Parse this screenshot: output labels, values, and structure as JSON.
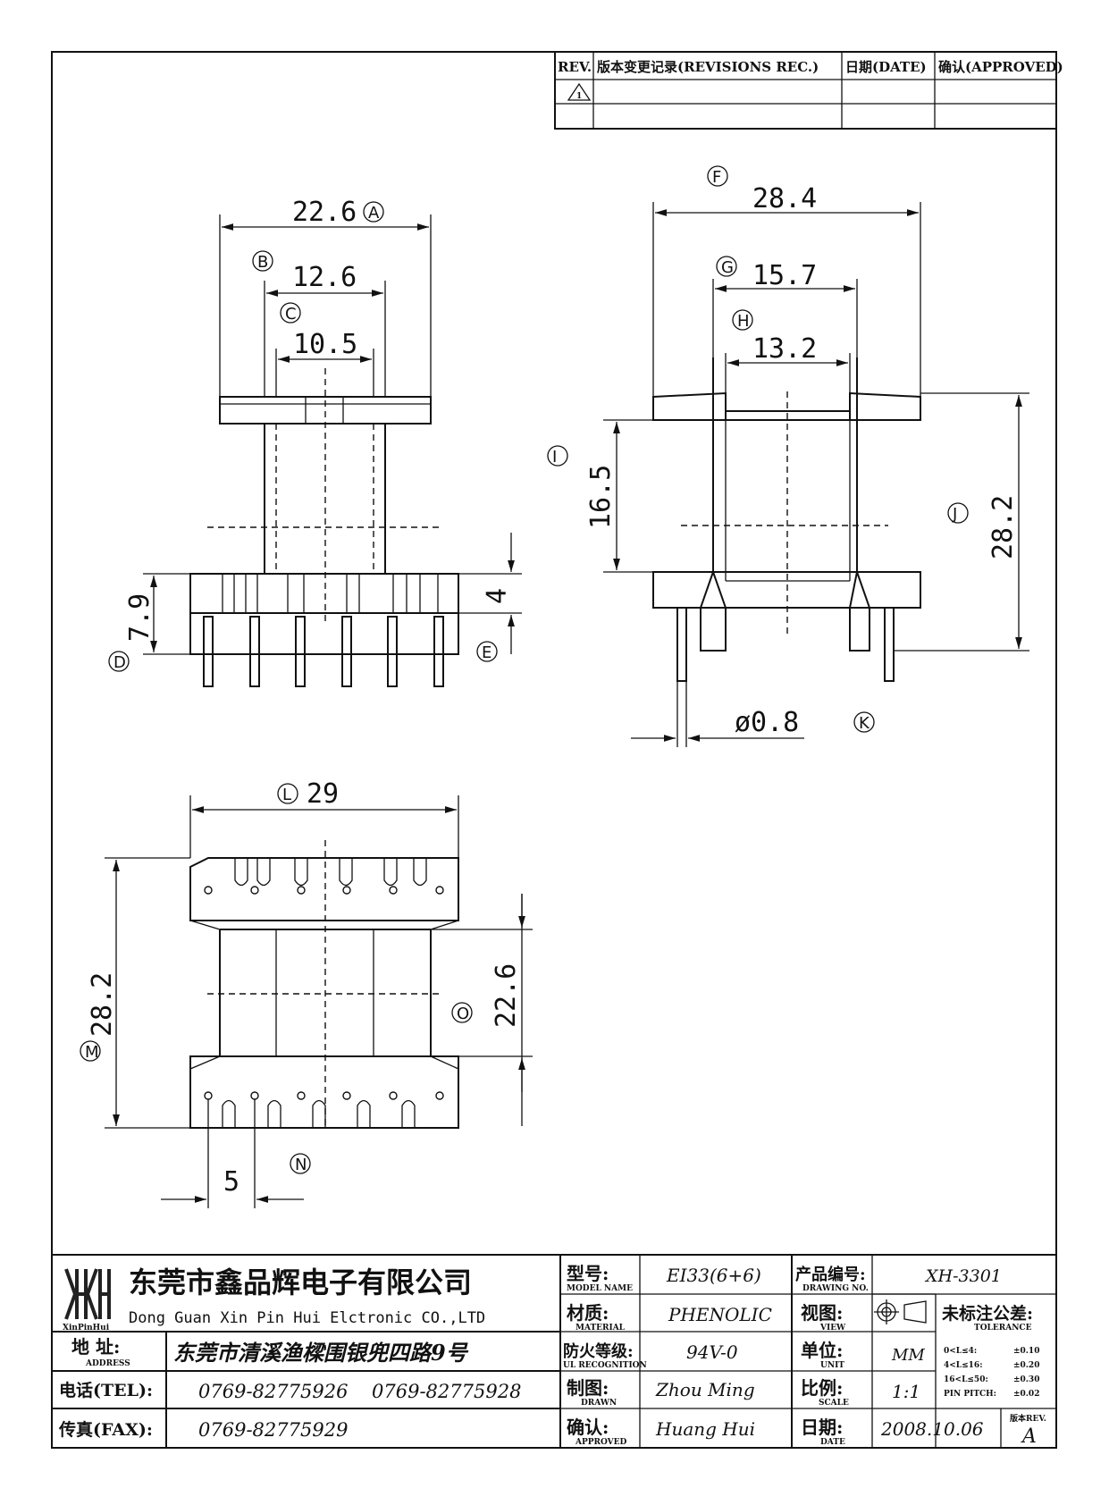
{
  "revision_table": {
    "headers": [
      "REV.",
      "版本变更记录(REVISIONS REC.)",
      "日期(DATE)",
      "确认(APPROVED)"
    ],
    "rev_symbol": "1"
  },
  "drawing": {
    "dims": {
      "A": "22.6",
      "B": "12.6",
      "C": "10.5",
      "D": "7.9",
      "E": "4",
      "F": "28.4",
      "G": "15.7",
      "H": "13.2",
      "I": "16.5",
      "J": "28.2",
      "K": "ø0.8",
      "L": "29",
      "M": "28.2",
      "N": "5",
      "O": "22.6"
    },
    "callouts": [
      "A",
      "B",
      "C",
      "D",
      "E",
      "F",
      "G",
      "H",
      "I",
      "J",
      "K",
      "L",
      "M",
      "N",
      "O"
    ]
  },
  "title_block": {
    "logo_text": "XinPinHui",
    "company_cn": "东莞市鑫品辉电子有限公司",
    "company_en": "Dong Guan Xin Pin Hui Elctronic CO.,LTD",
    "address_label": "地  址:",
    "address_label_en": "ADDRESS",
    "address": "东莞市清溪渔樑围银兜四路9号",
    "tel_label": "电话(TEL):",
    "tel1": "0769-82775926",
    "tel2": "0769-82775928",
    "fax_label": "传真(FAX):",
    "fax": "0769-82775929",
    "model_label": "型号:",
    "model_label_en": "MODEL NAME",
    "model": "EI33(6+6)",
    "material_label": "材质:",
    "material_label_en": "MATERIAL",
    "material": "PHENOLIC",
    "fire_label": "防火等级:",
    "fire_label_en": "UL RECOGNITION",
    "fire": "94V-0",
    "drawn_label": "制图:",
    "drawn_label_en": "DRAWN",
    "drawn": "Zhou Ming",
    "approved_label": "确认:",
    "approved_label_en": "APPROVED",
    "approved": "Huang Hui",
    "drawing_no_label": "产品编号:",
    "drawing_no_label_en": "DRAWING NO.",
    "drawing_no": "XH-3301",
    "view_label": "视图:",
    "view_label_en": "VIEW",
    "unit_label": "单位:",
    "unit_label_en": "UNIT",
    "unit": "MM",
    "scale_label": "比例:",
    "scale_label_en": "SCALE",
    "scale": "1:1",
    "date_label": "日期:",
    "date_label_en": "DATE",
    "date": "2008.10.06",
    "tolerance_label": "未标注公差:",
    "tolerance_label_en": "TOLERANCE",
    "tolerances": [
      {
        "range": "0<L≤4:",
        "value": "±0.10"
      },
      {
        "range": "4<L≤16:",
        "value": "±0.20"
      },
      {
        "range": "16<L≤50:",
        "value": "±0.30"
      },
      {
        "range": "PIN PITCH:",
        "value": "±0.02"
      }
    ],
    "rev_label": "版本REV.",
    "rev": "A"
  }
}
